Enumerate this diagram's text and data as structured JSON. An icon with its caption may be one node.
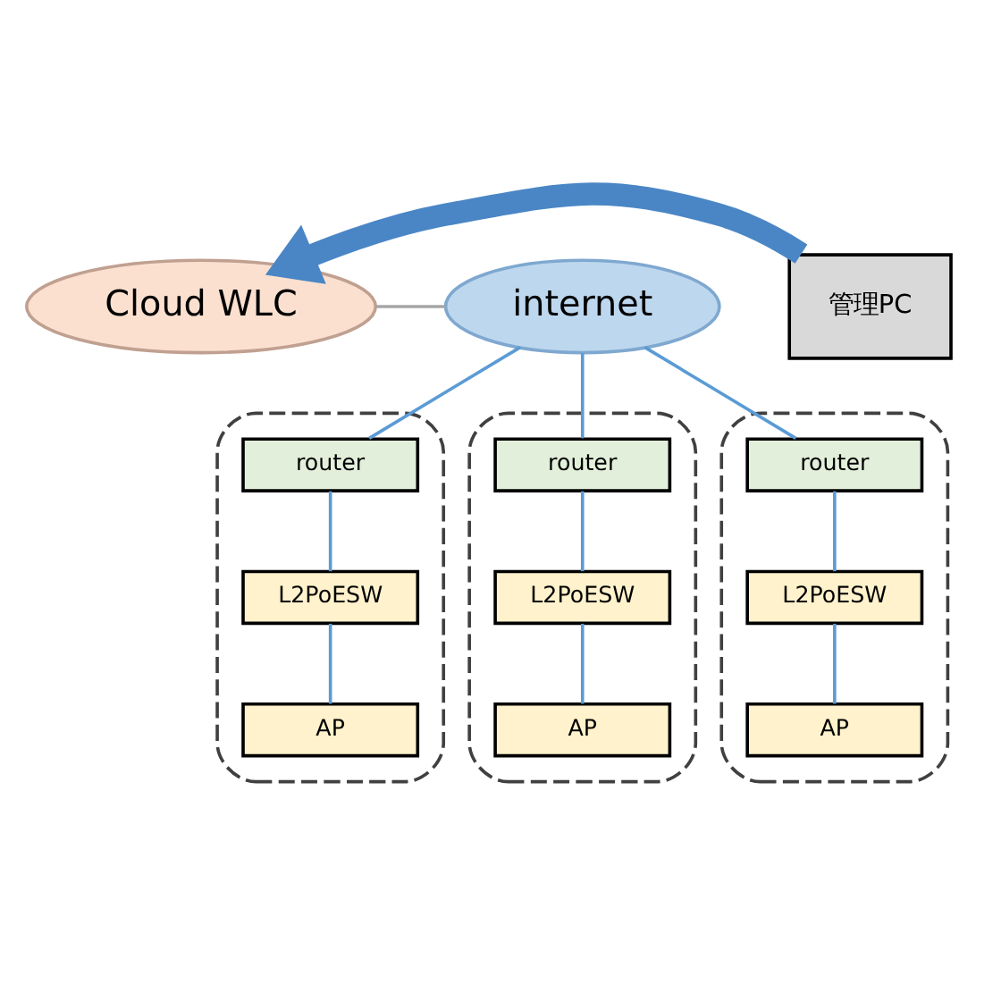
{
  "diagram": {
    "nodes": [
      {
        "text": [
          "Cloud WLC"
        ]
      },
      {
        "text": [
          "internet"
        ]
      },
      {
        "text": [
          "管理PC"
        ]
      },
      {
        "text": [],
        "shape": "box"
      },
      {
        "text": [
          "router"
        ],
        "in": 3
      },
      {
        "text": [
          "L2PoESW"
        ],
        "in": 3
      },
      {
        "text": [
          "AP"
        ],
        "in": 3
      },
      {
        "text": [],
        "shape": "box"
      },
      {
        "text": [
          "router"
        ],
        "in": 7
      },
      {
        "text": [
          "L2PoESW"
        ],
        "in": 7
      },
      {
        "text": [
          "AP"
        ],
        "in": 7
      },
      {
        "text": [],
        "shape": "box"
      },
      {
        "text": [
          "router"
        ],
        "in": 11
      },
      {
        "text": [
          "L2PoESW"
        ],
        "in": 11
      },
      {
        "text": [
          "AP"
        ],
        "in": 11
      }
    ],
    "edges": [
      {
        "from": 1,
        "to": 0,
        "arrow": "none",
        "color": "#a6a6a6"
      },
      {
        "from": 2,
        "to": 0,
        "arrow": "to",
        "style": "thick"
      },
      {
        "from": 1,
        "to": 4,
        "arrow": "none"
      },
      {
        "from": 1,
        "to": 8,
        "arrow": "none"
      },
      {
        "from": 1,
        "to": 12,
        "arrow": "none"
      },
      {
        "from": 4,
        "to": 5,
        "arrow": "none"
      },
      {
        "from": 5,
        "to": 6,
        "arrow": "none"
      },
      {
        "from": 8,
        "to": 9,
        "arrow": "none"
      },
      {
        "from": 9,
        "to": 10,
        "arrow": "none"
      },
      {
        "from": 12,
        "to": 13,
        "arrow": "none"
      },
      {
        "from": 13,
        "to": 14,
        "arrow": "none"
      }
    ]
  }
}
